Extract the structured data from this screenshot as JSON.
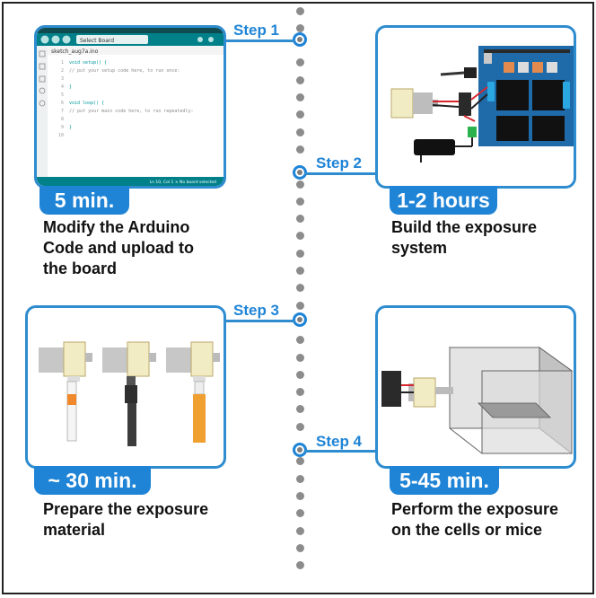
{
  "colors": {
    "accent": "#1f84d6",
    "dots": "#8c8c8c"
  },
  "steps": [
    {
      "label": "Step 1",
      "time": "5 min.",
      "description": [
        "Modify the Arduino",
        "Code and upload to",
        "the board"
      ]
    },
    {
      "label": "Step 2",
      "time": "1-2 hours",
      "description": [
        "Build the exposure",
        "system"
      ]
    },
    {
      "label": "Step 3",
      "time": "~ 30 min.",
      "description": [
        "Prepare the exposure",
        "material"
      ]
    },
    {
      "label": "Step 4",
      "time": "5-45 min.",
      "description": [
        "Perform the exposure",
        "on the cells or mice"
      ]
    }
  ],
  "ide": {
    "title": "sketch_aug7a | Arduino IDE 2.x",
    "board_select": "Select Board",
    "file_tab": "sketch_aug7a.ino",
    "code_lines": [
      "void setup() {",
      "  // put your setup code here, to run once:",
      "",
      "}",
      "",
      "void loop() {",
      "  // put your main code here, to run repeatedly:",
      "",
      "}",
      ""
    ],
    "status": "Ln 10, Col 1  ×  No board selected"
  }
}
